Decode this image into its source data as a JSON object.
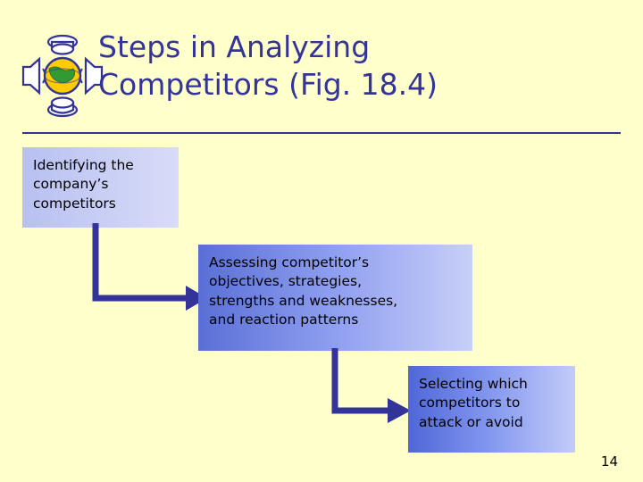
{
  "slide": {
    "title": "Steps in Analyzing Competitors (Fig. 18.4)",
    "title_line1": "Steps in Analyzing",
    "title_line2": "Competitors (Fig. 18.4)",
    "page_number": "14",
    "colors": {
      "background": "#ffffcc",
      "title": "#333399",
      "rule": "#333399",
      "arrow": "#333399",
      "box_gradient_start": "#4f67d8",
      "box_gradient_end": "#c8cff8"
    },
    "logo": {
      "name": "globe-speaker-icon",
      "globe_color": "#ffcc00",
      "land_color": "#339933",
      "ring_color": "#333399"
    },
    "boxes": [
      {
        "id": "box1",
        "name": "identifying-competitors-box",
        "lines": [
          "Identifying the",
          "company’s",
          "competitors"
        ]
      },
      {
        "id": "box2",
        "name": "assessing-competitors-box",
        "lines": [
          "Assessing competitor’s",
          "objectives, strategies,",
          "strengths and weaknesses,",
          "and reaction patterns"
        ]
      },
      {
        "id": "box3",
        "name": "selecting-competitors-box",
        "lines": [
          "Selecting which",
          "competitors to",
          "attack or avoid"
        ]
      }
    ],
    "connectors": [
      {
        "name": "connector-box1-to-box2"
      },
      {
        "name": "connector-box2-to-box3"
      }
    ]
  }
}
